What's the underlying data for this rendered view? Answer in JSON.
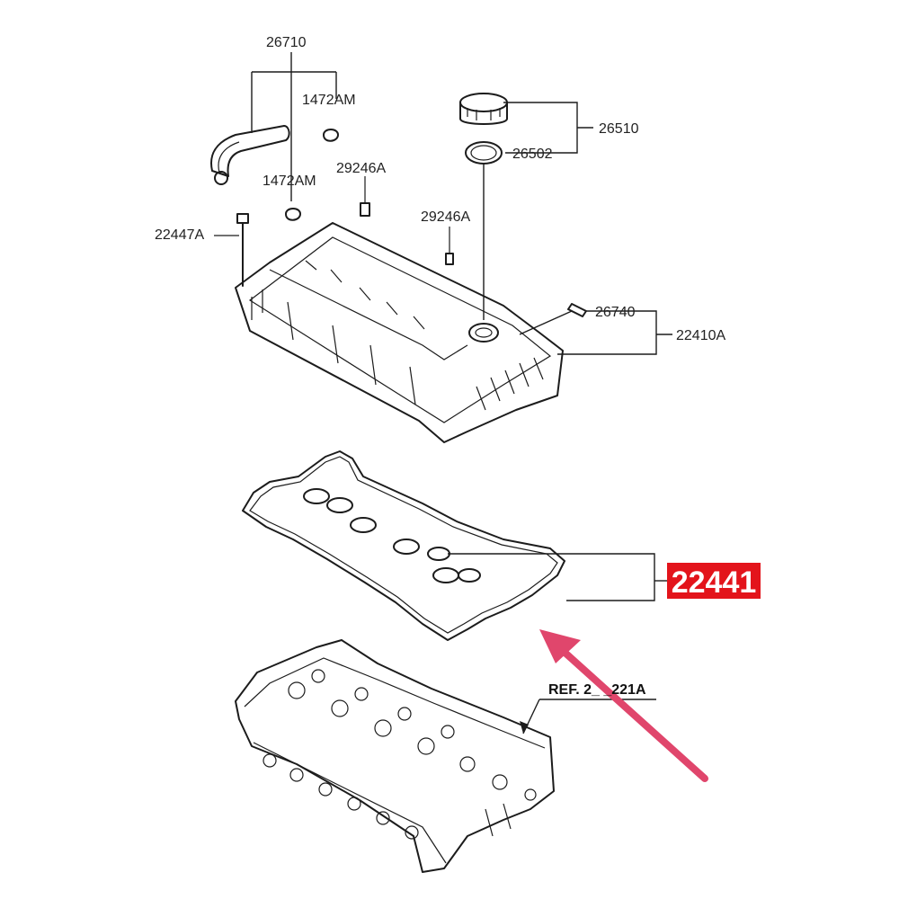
{
  "labels": {
    "hose": "26710",
    "clamp_top": "1472AM",
    "clamp_bottom": "1472AM",
    "stud_a": "29246A",
    "stud_b": "29246A",
    "bolt": "22447A",
    "cap_assy": "26510",
    "cap_seal": "26502",
    "sensor": "26740",
    "cover": "22410A",
    "ref": "REF. 2_ _221A"
  },
  "highlight": {
    "part_number": "22441",
    "color": "#e3141b"
  },
  "arrow": {
    "color": "#e0466c"
  }
}
